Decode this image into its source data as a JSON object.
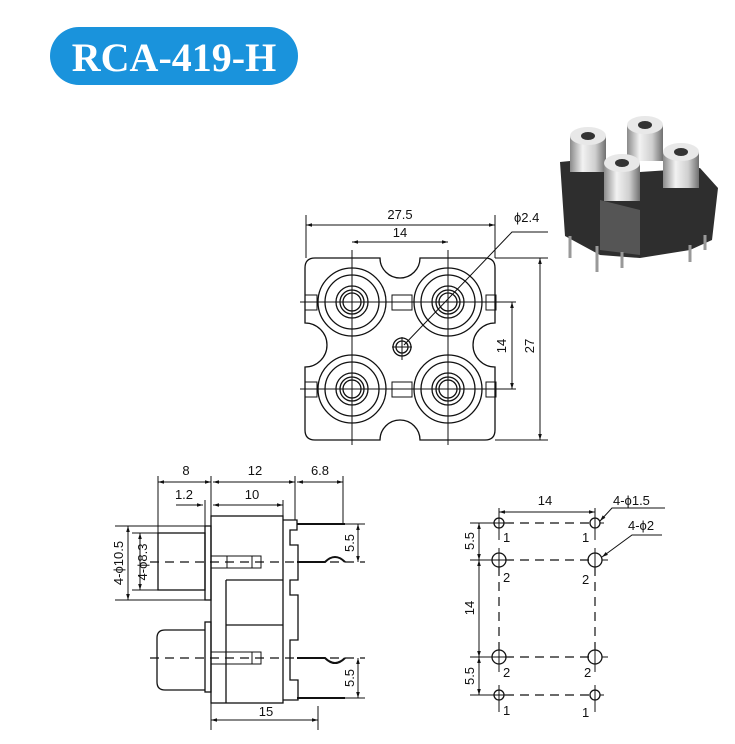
{
  "title": "RCA-419-H",
  "colors": {
    "badge": "#1a93dc",
    "line": "#111111"
  },
  "top_view": {
    "width_total": "27.5",
    "jack_spacing_h": "14",
    "center_hole": "ϕ2.4",
    "jack_spacing_v": "14",
    "height_total": "27"
  },
  "side_view": {
    "plug_length": "8",
    "body_depth": "12",
    "pin_length": "6.8",
    "flange": "1.2",
    "inner_depth": "10",
    "outer_dia": "4-ϕ10.5",
    "inner_dia": "4-ϕ8.3",
    "pin_pitch_top": "5.5",
    "pin_pitch_bottom": "5.5",
    "base_width": "15"
  },
  "footprint": {
    "col_spacing": "14",
    "small_hole": "4-ϕ1.5",
    "large_hole": "4-ϕ2",
    "row_gap_top": "5.5",
    "row_spacing": "14",
    "row_gap_bottom": "5.5",
    "pin_labels": [
      "1",
      "1",
      "2",
      "2",
      "2",
      "2",
      "1",
      "1"
    ]
  }
}
